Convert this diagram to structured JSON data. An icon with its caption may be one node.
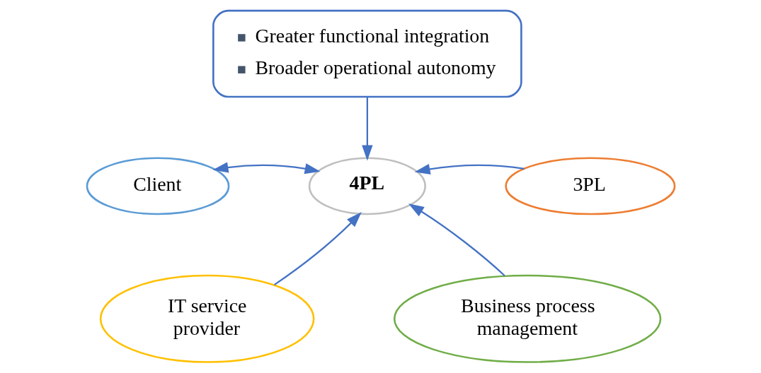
{
  "diagram": {
    "nodes": [
      {
        "text": [
          "Greater functional integration",
          "Broader operational autonomy"
        ]
      },
      {
        "text": [
          "Client"
        ]
      },
      {
        "text": [
          "4PL"
        ]
      },
      {
        "text": [
          "3PL"
        ]
      },
      {
        "text": [
          "IT service provider"
        ]
      },
      {
        "text": [
          "Business process management"
        ]
      }
    ],
    "edges": [
      {
        "from": 0,
        "to": 2,
        "arrow": "to"
      },
      {
        "from": 1,
        "to": 2,
        "arrow": "both"
      },
      {
        "from": 3,
        "to": 2,
        "arrow": "to"
      },
      {
        "from": 4,
        "to": 2,
        "arrow": "to"
      },
      {
        "from": 5,
        "to": 2,
        "arrow": "to"
      }
    ]
  }
}
